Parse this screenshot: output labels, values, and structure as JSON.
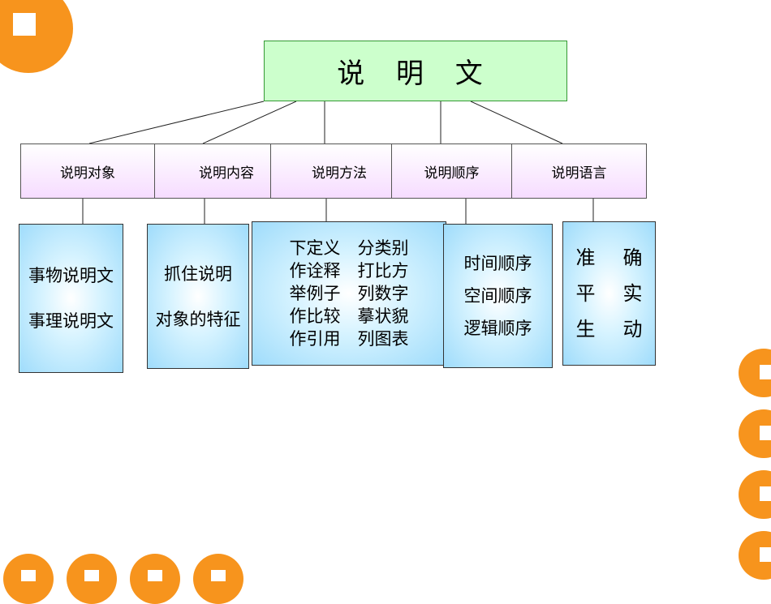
{
  "root": {
    "title": "说 明 文"
  },
  "categories": [
    {
      "label": "说明对象"
    },
    {
      "label": "说明内容"
    },
    {
      "label": "说明方法"
    },
    {
      "label": "说明顺序"
    },
    {
      "label": "说明语言"
    }
  ],
  "details": {
    "object": [
      "事物说明文",
      "事理说明文"
    ],
    "content": [
      "抓住说明",
      "对象的特征"
    ],
    "method": [
      "下定义　分类别",
      "作诠释　打比方",
      "举例子　列数字",
      "作比较　摹状貌",
      "作引用　列图表"
    ],
    "order": [
      "时间顺序",
      "空间顺序",
      "逻辑顺序"
    ],
    "language": [
      [
        "准",
        "确"
      ],
      [
        "平",
        "实"
      ],
      [
        "生",
        "动"
      ]
    ]
  },
  "colors": {
    "accent_orange": "#f7941d",
    "root_fill": "#ccffcc",
    "category_fill": "#f6dcff",
    "leaf_fill": "#9fdcfb"
  }
}
